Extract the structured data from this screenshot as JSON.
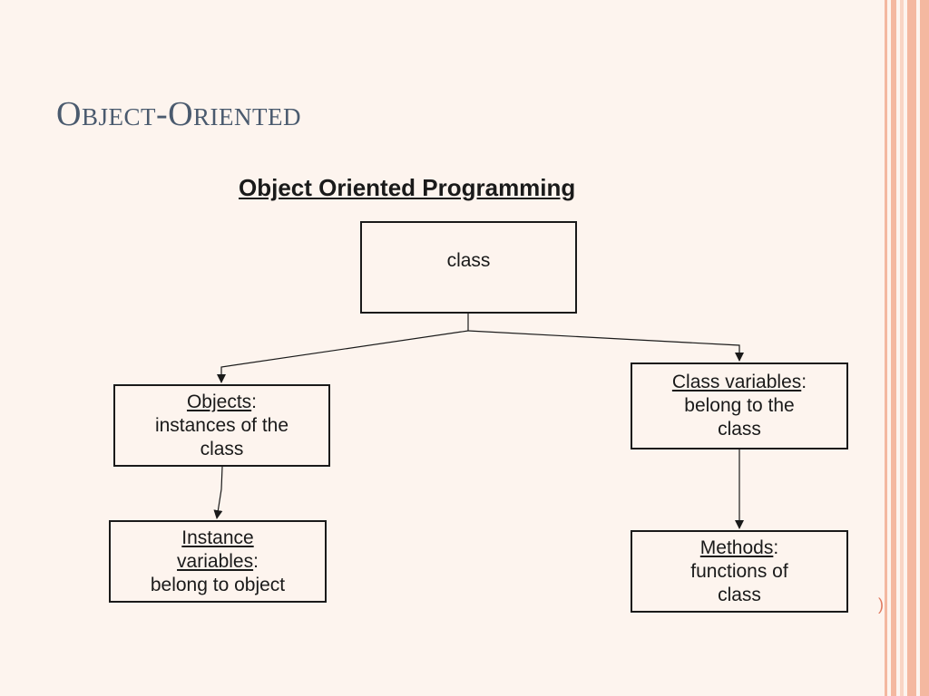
{
  "slide_title": "Object-Oriented",
  "diagram": {
    "title": "Object Oriented Programming",
    "nodes": {
      "class": {
        "label": "class"
      },
      "objects": {
        "term": "Objects",
        "colon": ":",
        "line2": "instances of the",
        "line3": "class"
      },
      "instance_variables": {
        "term_line1": "Instance",
        "term_line2": "variables",
        "colon": ":",
        "line3": "belong to object"
      },
      "class_variables": {
        "term": "Class variables",
        "colon": ":",
        "line2": "belong to the",
        "line3": "class"
      },
      "methods": {
        "term": "Methods",
        "colon": ":",
        "line2": "functions of",
        "line3": "class"
      }
    }
  },
  "colors": {
    "background": "#fdf4ee",
    "title": "#4a5a6e",
    "border_stripe": "#f4b8a0",
    "border_stripe_light": "#f9d5c4",
    "lines": "#1a1a1a"
  },
  "slide_marker": ")"
}
